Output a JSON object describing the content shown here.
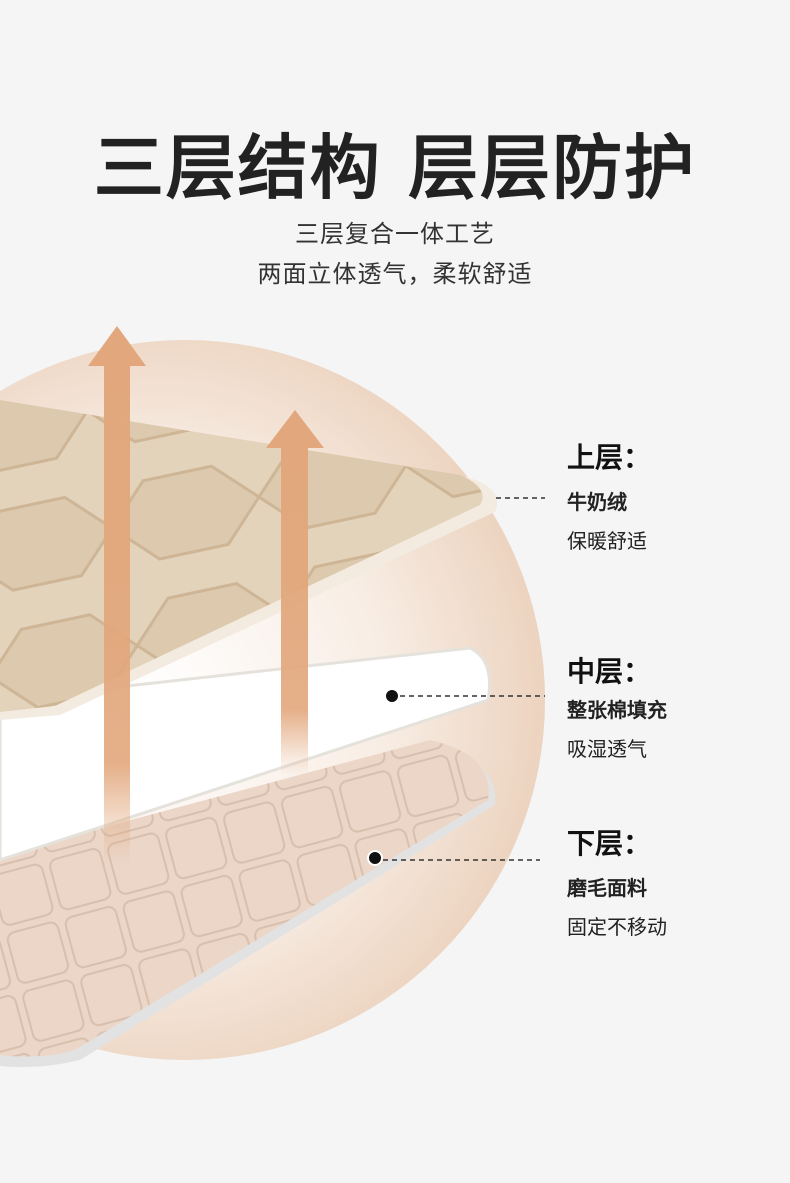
{
  "header": {
    "title": "三层结构 层层防护",
    "subtitle_line1": "三层复合一体工艺",
    "subtitle_line2": "两面立体透气，柔软舒适"
  },
  "layers": [
    {
      "heading": "上层：",
      "material": "牛奶绒",
      "desc": "保暖舒适"
    },
    {
      "heading": "中层：",
      "material": "整张棉填充",
      "desc": "吸湿透气"
    },
    {
      "heading": "下层：",
      "material": "磨毛面料",
      "desc": "固定不移动"
    }
  ],
  "colors": {
    "arrow": "#e2a77c",
    "top_layer": "#e6d6bf",
    "middle_layer": "#f3f1ec",
    "bottom_layer": "#ead5c6",
    "circle": "#f1dccb"
  }
}
